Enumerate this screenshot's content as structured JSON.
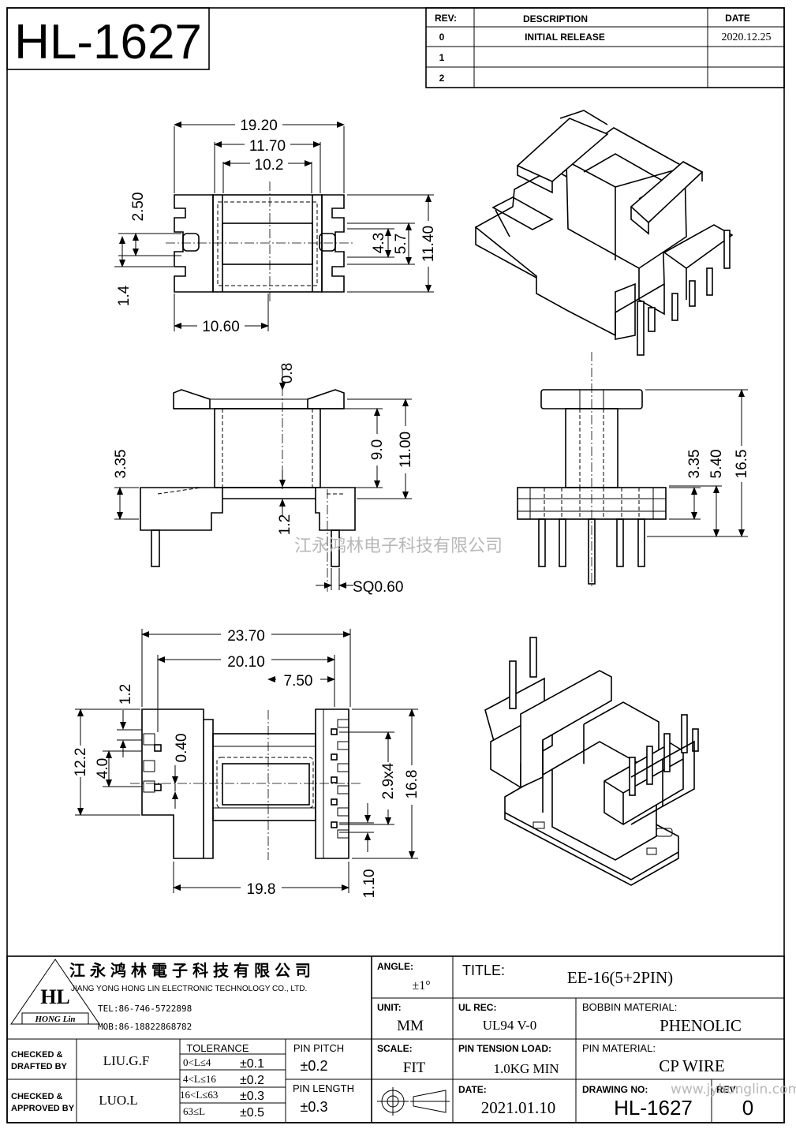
{
  "title_block": {
    "part_number": "HL-1627",
    "rev_header": "REV:",
    "desc_header": "DESCRIPTION",
    "date_header": "DATE",
    "rev_rows": [
      {
        "rev": "0",
        "description": "INITIAL RELEASE",
        "date": "2020.12.25"
      },
      {
        "rev": "1",
        "description": "",
        "date": ""
      },
      {
        "rev": "2",
        "description": "",
        "date": ""
      }
    ]
  },
  "dimensions": {
    "top_view": {
      "overall_width": "19.20",
      "mid_width": "11.70",
      "inner_width": "10.2",
      "slot_height": "2.50",
      "small": "1.4",
      "core_h": "4.3",
      "window_h": "5.7",
      "overall_h": "11.40",
      "bottom_w": "10.60"
    },
    "side_view": {
      "flange": "0.8",
      "window": "9.0",
      "overall": "11.00",
      "base": "3.35",
      "tab": "1.2",
      "pin_sq": "SQ0.60"
    },
    "right_view": {
      "base": "3.35",
      "mid": "5.40",
      "overall": "16.5"
    },
    "bottom_view": {
      "overall_w": "23.70",
      "mid_w": "20.10",
      "half_w": "7.50",
      "tab": "1.2",
      "overall_h": "12.2",
      "slot": "4.0",
      "gap": "0.40",
      "pitch": "2.9x4",
      "total_h": "16.8",
      "bottom_w": "19.8",
      "pin_off": "1.10"
    }
  },
  "watermark": "江永鸿林电子科技有限公司",
  "watermark_url": "www.jyhonglin.com.cn",
  "company": {
    "name_cn": "江永鸿林電子科技有限公司",
    "name_en": "JIANG YONG HONG LIN ELECTRONIC TECHNOLOGY CO., LTD.",
    "logo_text": "HL",
    "logo_sub": "HONG Lin",
    "tel": "TEL:86-746-5722898",
    "mob": "MOB:86-18822868782"
  },
  "specs": {
    "angle_label": "ANGLE:",
    "angle_value": "±1°",
    "title_label": "TITLE:",
    "title_value": "EE-16(5+2PIN)",
    "unit_label": "UNIT:",
    "unit_value": "MM",
    "ul_label": "UL REC:",
    "ul_value": "UL94 V-0",
    "bobbin_label": "BOBBIN MATERIAL:",
    "bobbin_value": "PHENOLIC",
    "scale_label": "SCALE:",
    "scale_value": "FIT",
    "tension_label": "PIN TENSION LOAD:",
    "tension_value": "1.0KG MIN",
    "pin_mat_label": "PIN MATERIAL:",
    "pin_mat_value": "CP WIRE",
    "date_label": "DATE:",
    "date_value": "2021.01.10",
    "drawing_label": "DRAWING NO:",
    "drawing_value": "HL-1627",
    "rev_label": "REV:",
    "rev_value": "0"
  },
  "approvals": {
    "checked_drafted": [
      "CHECKED &",
      "DRAFTED BY"
    ],
    "drafted_name": "LIU.G.F",
    "checked_approved": [
      "CHECKED &",
      "APPROVED BY"
    ],
    "approved_name": "LUO.L",
    "tolerance_label": "TOLERANCE",
    "tolerances": [
      {
        "range": "0<L≤4",
        "value": "±0.1"
      },
      {
        "range": "4<L≤16",
        "value": "±0.2"
      },
      {
        "range": "16<L≤63",
        "value": "±0.3"
      },
      {
        "range": "63≤L",
        "value": "±0.5"
      }
    ],
    "pin_pitch_label": "PIN PITCH",
    "pin_pitch_value": "±0.2",
    "pin_length_label": "PIN LENGTH",
    "pin_length_value": "±0.3"
  }
}
